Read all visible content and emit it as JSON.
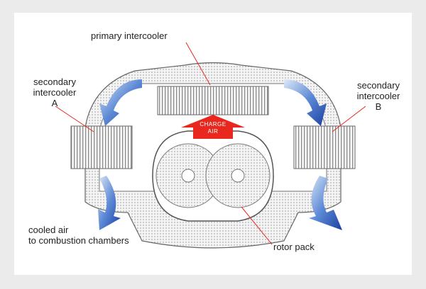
{
  "labels": {
    "primary": "primary intercooler",
    "secA_1": "secondary",
    "secA_2": "intercooler",
    "secA_3": "A",
    "secB_1": "secondary",
    "secB_2": "intercooler",
    "secB_3": "B",
    "cooled_1": "cooled air",
    "cooled_2": "to combustion chambers",
    "rotor": "rotor pack",
    "charge_1": "CHARGE",
    "charge_2": "AIR"
  },
  "colors": {
    "background": "#ebebeb",
    "panel": "#ffffff",
    "arrow_red": "#e8281e",
    "air_blue": "#2a5fbf",
    "outline": "#666666"
  }
}
